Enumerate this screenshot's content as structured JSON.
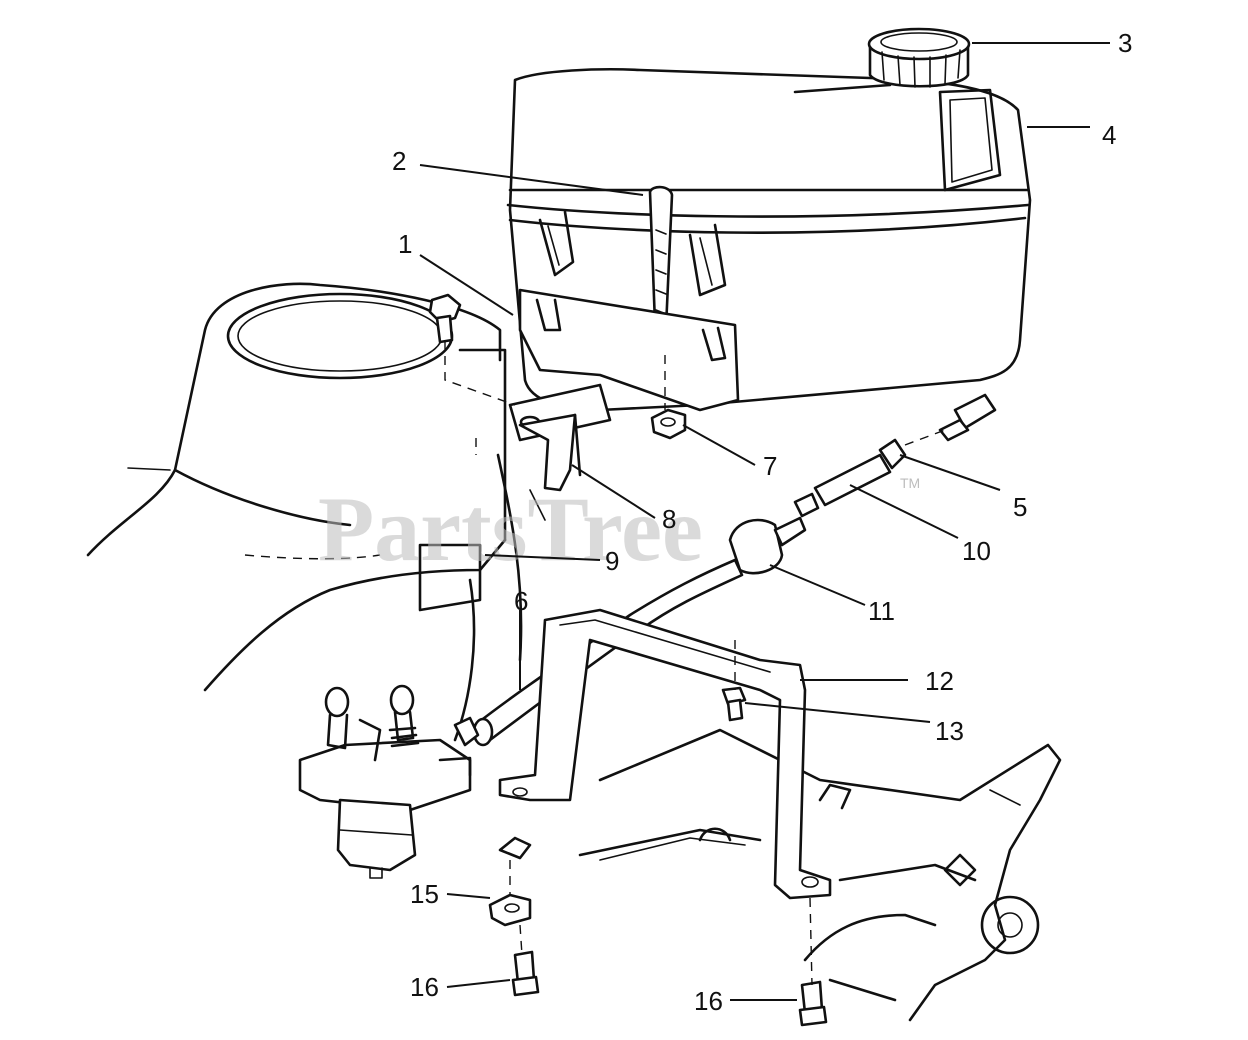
{
  "watermark": {
    "text": "PartsTree",
    "trademark": "TM"
  },
  "callouts": [
    {
      "id": "c1",
      "label": "1"
    },
    {
      "id": "c2",
      "label": "2"
    },
    {
      "id": "c3",
      "label": "3"
    },
    {
      "id": "c4",
      "label": "4"
    },
    {
      "id": "c5",
      "label": "5"
    },
    {
      "id": "c6",
      "label": "6"
    },
    {
      "id": "c7",
      "label": "7"
    },
    {
      "id": "c8",
      "label": "8"
    },
    {
      "id": "c9",
      "label": "9"
    },
    {
      "id": "c10",
      "label": "10"
    },
    {
      "id": "c11",
      "label": "11"
    },
    {
      "id": "c12",
      "label": "12"
    },
    {
      "id": "c13",
      "label": "13"
    },
    {
      "id": "c15",
      "label": "15"
    },
    {
      "id": "c16a",
      "label": "16"
    },
    {
      "id": "c16b",
      "label": "16"
    }
  ]
}
